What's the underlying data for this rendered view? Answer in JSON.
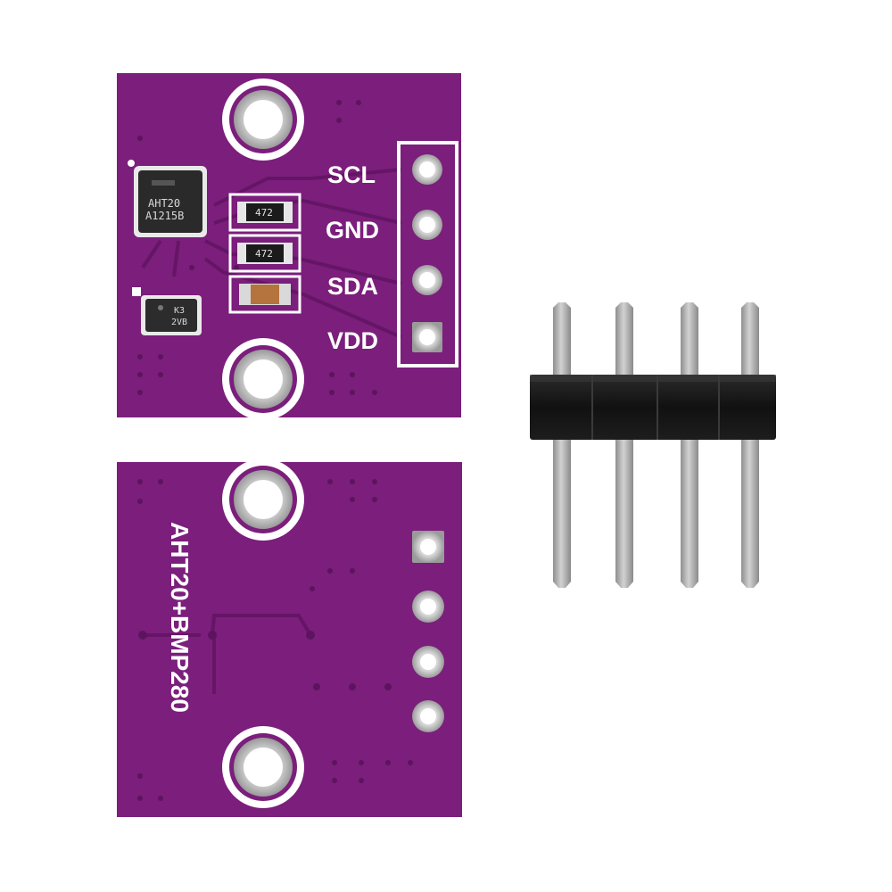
{
  "scene": {
    "description_visible": false
  },
  "front_board": {
    "pin_labels": [
      "SCL",
      "GND",
      "SDA",
      "VDD"
    ],
    "sensor_chip": {
      "line1": "AHT20",
      "line2": "A1215B"
    },
    "resistors": [
      "472",
      "472"
    ],
    "bmp_chip": {
      "line1": "K3",
      "line2": "2VB"
    }
  },
  "back_board": {
    "label": "AHT20+BMP280"
  },
  "pin_header": {
    "pin_count": 4
  },
  "colors": {
    "pcb": "#7a1f7a",
    "pcb_dark": "#5e145e",
    "silkscreen": "#ffffff",
    "header_plastic": "#1a1a1a",
    "pin_metal": "#a9a9a9"
  }
}
